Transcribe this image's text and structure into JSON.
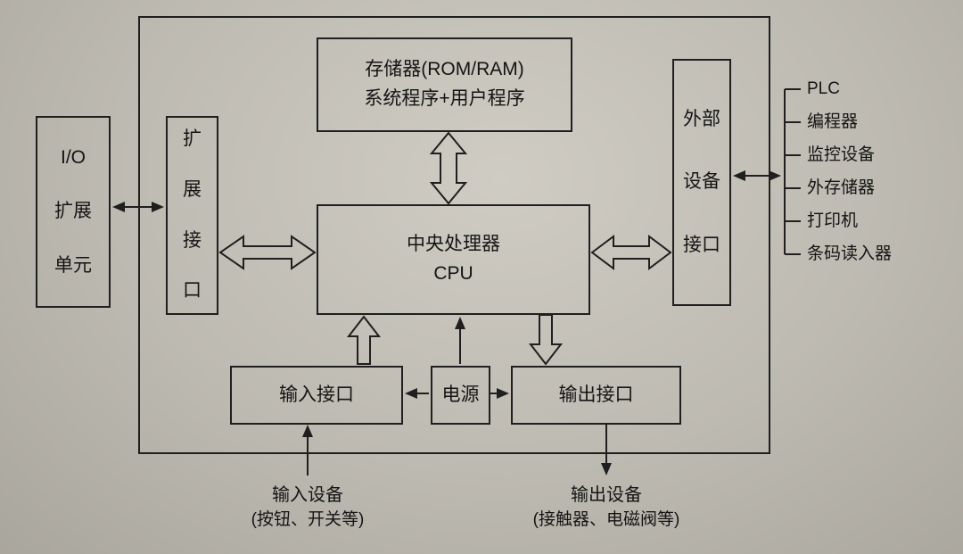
{
  "blocks": {
    "memory": {
      "lines": [
        "存储器(ROM/RAM)",
        "系统程序+用户程序"
      ]
    },
    "cpu": {
      "lines": [
        "中央处理器",
        "CPU"
      ]
    },
    "expansion_interface": {
      "chars": [
        "扩",
        "展",
        "接",
        "口"
      ]
    },
    "io_expansion_unit": {
      "lines": [
        "I/O",
        "扩展",
        "单元"
      ]
    },
    "external_device_interface": {
      "lines": [
        "外部",
        "设备",
        "接口"
      ]
    },
    "input_interface": {
      "label": "输入接口"
    },
    "power": {
      "label": "电源"
    },
    "output_interface": {
      "label": "输出接口"
    }
  },
  "peripherals": [
    "PLC",
    "编程器",
    "监控设备",
    "外存储器",
    "打印机",
    "条码读入器"
  ],
  "external_labels": {
    "input_device": {
      "lines": [
        "输入设备",
        "(按钮、开关等)"
      ]
    },
    "output_device": {
      "lines": [
        "输出设备",
        "(接触器、电磁阀等)"
      ]
    }
  }
}
